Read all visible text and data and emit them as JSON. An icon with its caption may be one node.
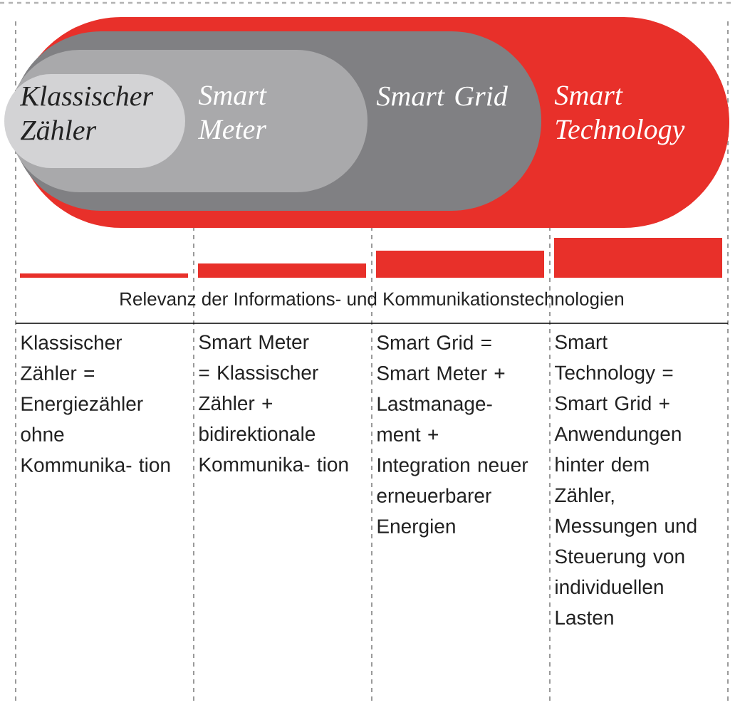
{
  "diagram": {
    "nodes": [
      {
        "text": [
          "Smart Technology"
        ]
      },
      {
        "text": [
          "Smart Grid"
        ],
        "in": 0
      },
      {
        "text": [
          "Smart Meter"
        ],
        "in": 1
      },
      {
        "text": [
          "Klassischer Zähler"
        ],
        "in": 2
      }
    ],
    "labels": [
      "Relevanz der Informations- und Kommunikationstechnologien",
      "Klassischer Zähler = Energiezähler ohne Kommunika- tion",
      "Smart Meter = Klassischer Zähler + bidirektionale Kommunika- tion",
      "Smart Grid = Smart Meter + Lastmanage- ment + Integration neuer erneuerbarer Energien",
      "Smart Technology = Smart Grid + Anwendungen hinter dem Zähler, Messungen und Steuerung von individuellen Lasten"
    ]
  }
}
